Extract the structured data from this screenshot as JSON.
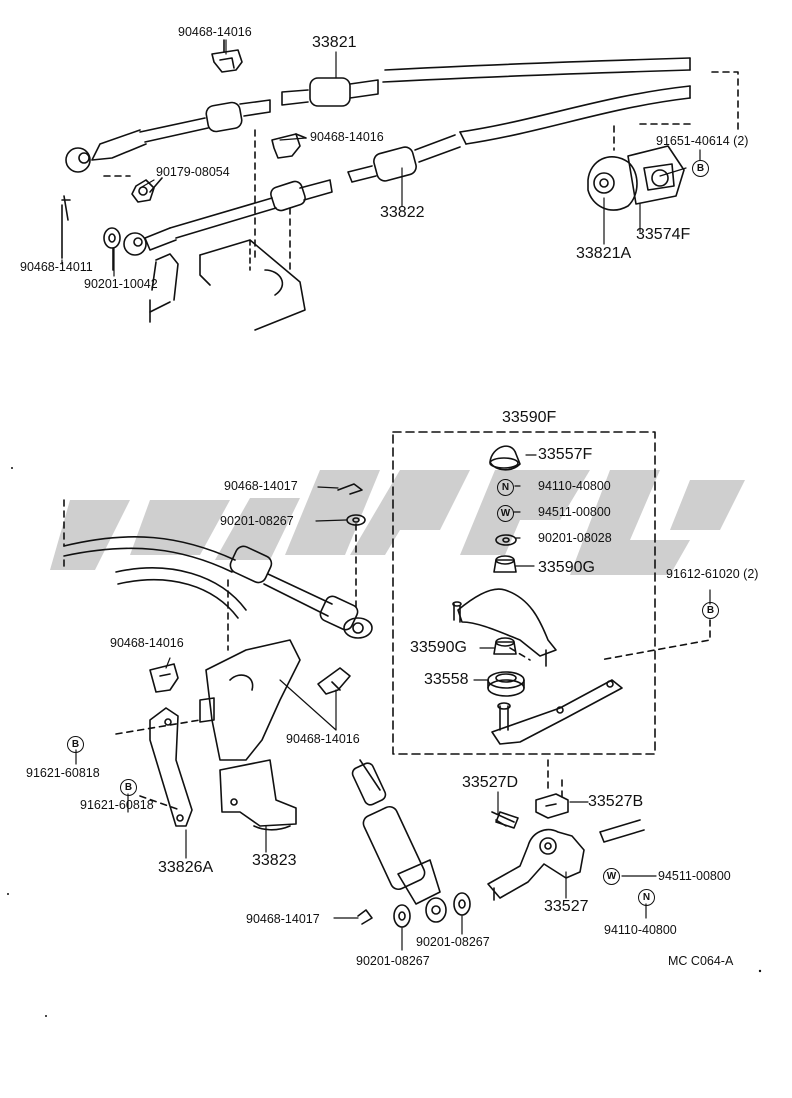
{
  "top_labels": {
    "p90468_14016_a": "90468-14016",
    "p33821": "33821",
    "p90468_14016_b": "90468-14016",
    "p90179_08054": "90179-08054",
    "p33822": "33822",
    "p91651_40614": "91651-40614 (2)",
    "p33574F": "33574F",
    "p33821A": "33821A",
    "p90468_14011": "90468-14011",
    "p90201_10042": "90201-10042"
  },
  "bottom_labels": {
    "p33590F": "33590F",
    "p33557F": "33557F",
    "p94110_40800_a": "94110-40800",
    "p94511_00800_a": "94511-00800",
    "p90201_08028": "90201-08028",
    "p33590G_a": "33590G",
    "p33590G_b": "33590G",
    "p33558": "33558",
    "p90468_14017_a": "90468-14017",
    "p90201_08267_a": "90201-08267",
    "p91612_61020": "91612-61020 (2)",
    "p90468_14016_c": "90468-14016",
    "p90468_14016_d": "90468-14016",
    "p91621_60818_a": "91621-60818",
    "p91621_60818_b": "91621-60818",
    "p33826A": "33826A",
    "p33823": "33823",
    "p33527D": "33527D",
    "p33527B": "33527B",
    "p33527": "33527",
    "p94511_00800_b": "94511-00800",
    "p94110_40800_b": "94110-40800",
    "p90468_14017_b": "90468-14017",
    "p90201_08267_b": "90201-08267",
    "p90201_08267_c": "90201-08267"
  },
  "badges": {
    "B": "B",
    "N": "N",
    "W": "W"
  },
  "footer": {
    "code": "MC  C064-A"
  },
  "colors": {
    "line": "#111111",
    "watermark": "#c9c9c9"
  }
}
